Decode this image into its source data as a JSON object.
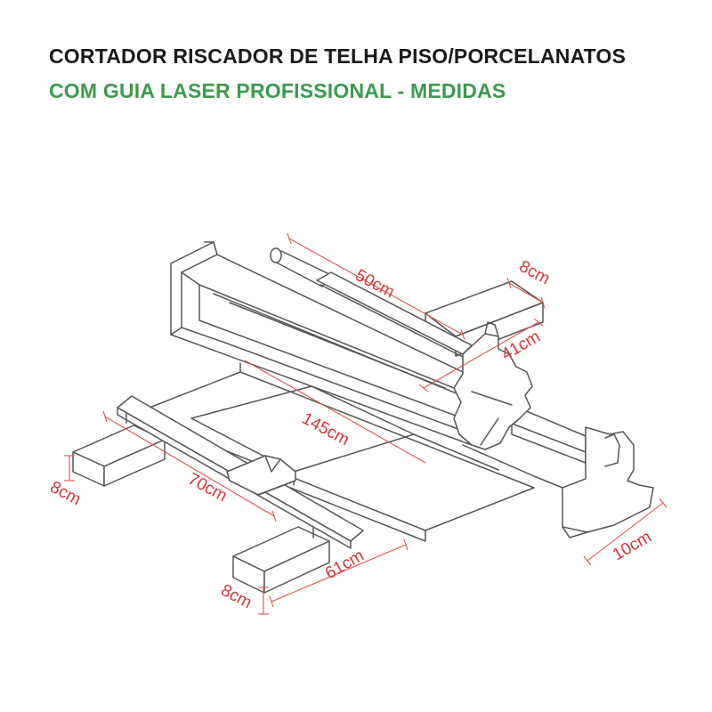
{
  "header": {
    "title": "CORTADOR RISCADOR DE TELHA PISO/PORCELANATOS",
    "subtitle": "COM GUIA LASER PROFISSIONAL - MEDIDAS"
  },
  "dimensions": {
    "handle_length": "50cm",
    "rail_height": "8cm",
    "cutter_height": "41cm",
    "cutting_length": "145cm",
    "back_foot_height": "8cm",
    "ruler_length": "70cm",
    "base_width": "61cm",
    "front_foot_height": "8cm",
    "end_width": "10cm"
  },
  "colors": {
    "title": "#1a1a1a",
    "subtitle": "#3d9a4c",
    "dimension": "#d2363a",
    "line": "#555555"
  }
}
